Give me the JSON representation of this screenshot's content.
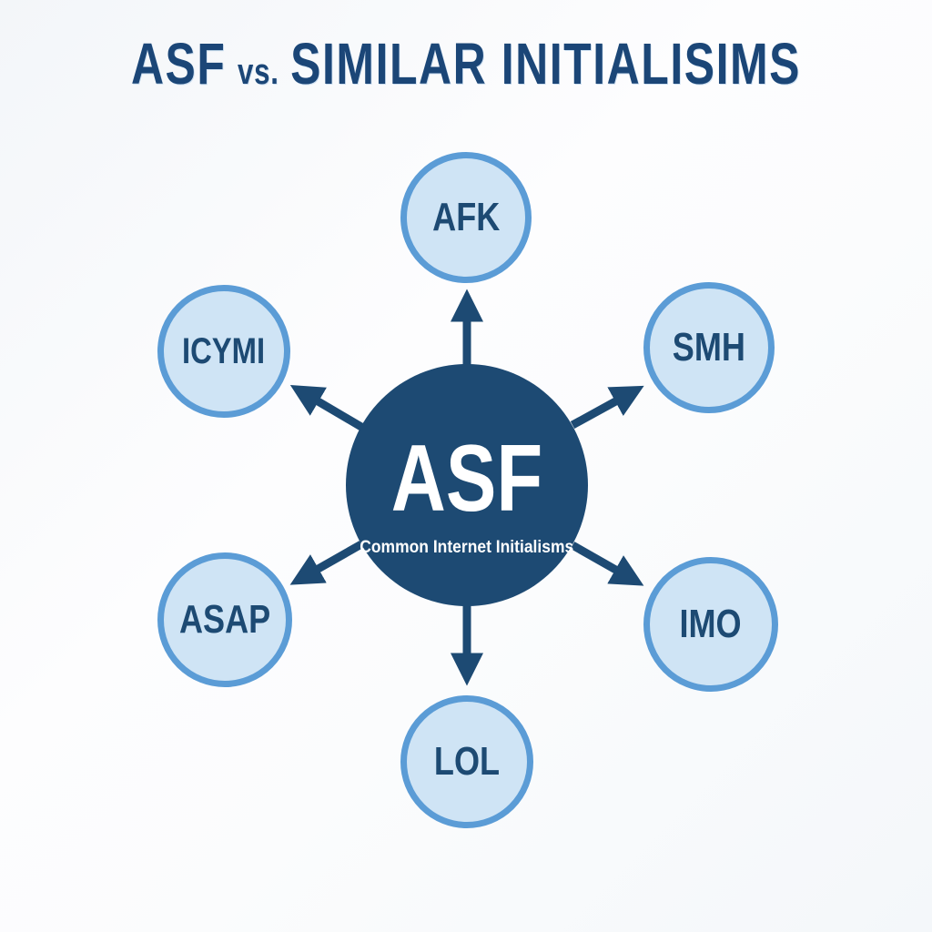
{
  "title": {
    "part1": "ASF",
    "separator": "vs.",
    "part2": "SIMILAR INITIALISIMS"
  },
  "center": {
    "label": "ASF",
    "subtitle": "Common Internet Initialisms"
  },
  "nodes": [
    {
      "id": "afk",
      "label": "AFK",
      "position": "top"
    },
    {
      "id": "smh",
      "label": "SMH",
      "position": "top-right"
    },
    {
      "id": "imo",
      "label": "IMO",
      "position": "bottom-right"
    },
    {
      "id": "lol",
      "label": "LOL",
      "position": "bottom"
    },
    {
      "id": "asap",
      "label": "ASAP",
      "position": "bottom-left"
    },
    {
      "id": "icymi",
      "label": "ICYMI",
      "position": "top-left"
    }
  ],
  "colors": {
    "navy": "#1d4a73",
    "title_navy": "#1b4677",
    "node_fill": "#cfe4f5",
    "node_border": "#5b9cd6",
    "center_text": "#ffffff",
    "background": "#fbfcfd"
  }
}
